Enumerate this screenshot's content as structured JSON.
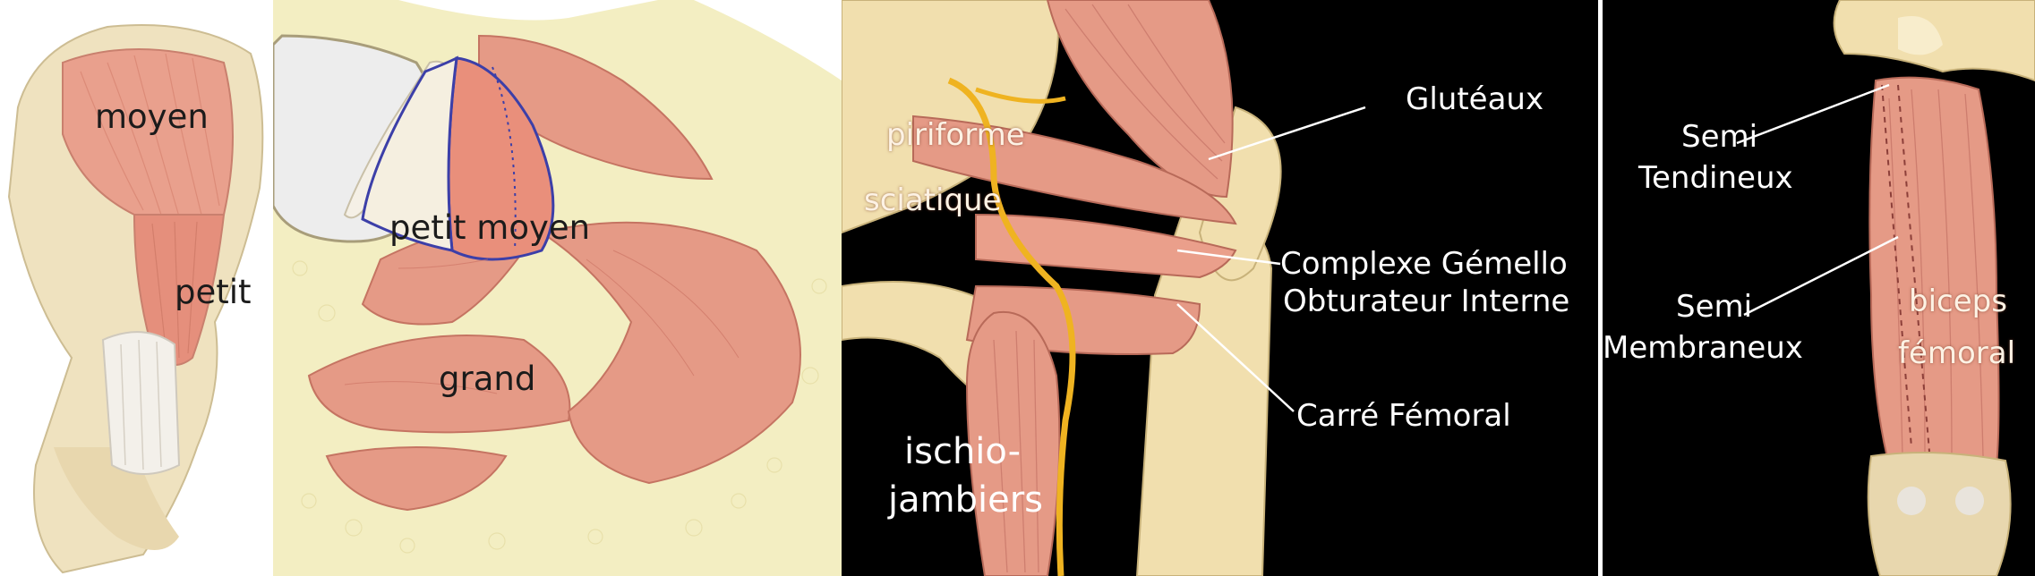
{
  "panels": {
    "p1": {
      "labels": {
        "moyen": "moyen",
        "petit": "petit"
      }
    },
    "p2": {
      "labels": {
        "petit_moyen": "petit moyen",
        "grand": "grand"
      }
    },
    "p3": {
      "labels": {
        "piriforme": "piriforme",
        "sciatique": "sciatique",
        "gluteaux": "Glutéaux",
        "complexe_1": "Complexe Gémello",
        "complexe_2": "Obturateur Interne",
        "carre": "Carré Fémoral",
        "ischio_1": "ischio-",
        "ischio_2": "jambiers"
      }
    },
    "p4": {
      "labels": {
        "semi_tend_1": "Semi",
        "semi_tend_2": "Tendineux",
        "semi_memb_1": "Semi",
        "semi_memb_2": "Membraneux",
        "biceps_1": "biceps",
        "biceps_2": "fémoral"
      }
    }
  },
  "colors": {
    "muscle": "#e59a86",
    "muscle_dark": "#c86f5e",
    "bone": "#f1dfae",
    "bone_light": "#f8edcc",
    "tendon": "#f4f1ec",
    "fat": "#f6f1c8",
    "nerve": "#efb321",
    "background_dark": "#000000",
    "outline_blue": "#3c3fa8"
  }
}
